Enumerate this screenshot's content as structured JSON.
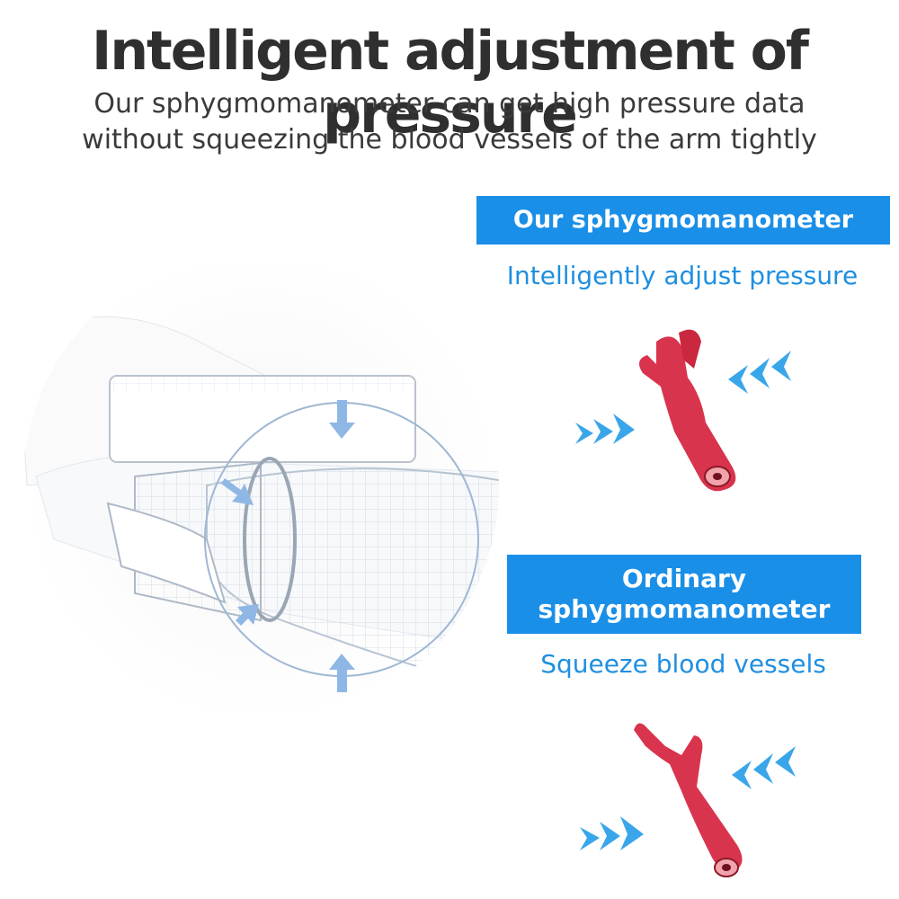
{
  "headline": "Intelligent adjustment of pressure",
  "subtitle_line1": "Our sphygmomanometer can get high pressure data",
  "subtitle_line2": "without squeezing the blood vessels of the arm tightly",
  "ours": {
    "badge": "Our sphygmomanometer",
    "caption": "Intelligently adjust pressure"
  },
  "ordinary": {
    "badge_line1": "Ordinary",
    "badge_line2": "sphygmomanometer",
    "caption": "Squeeze blood vessels"
  },
  "colors": {
    "badge_bg": "#1a8fe8",
    "caption_text": "#1f8fe0",
    "headline_text": "#2f2f2f",
    "vessel": "#d9344d",
    "arrows": "#3aa6ea"
  },
  "icons": [
    "arm-cuff-illustration",
    "blood-vessel-icon",
    "pressure-arrows-icon"
  ]
}
